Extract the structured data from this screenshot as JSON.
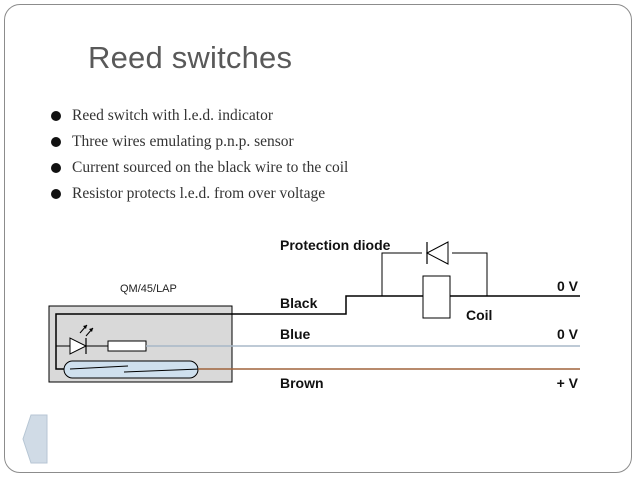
{
  "slide": {
    "title": "Reed switches",
    "bullets": [
      "Reed switch with l.e.d. indicator",
      "Three wires emulating  p.n.p. sensor",
      "Current sourced on the black wire to the coil",
      "Resistor protects l.e.d. from over voltage"
    ]
  },
  "diagram": {
    "component_label": "QM/45/LAP",
    "protection_diode_label": "Protection diode",
    "coil_label": "Coil",
    "wires": [
      {
        "name": "Black",
        "voltage": "0 V",
        "color": "#000000"
      },
      {
        "name": "Blue",
        "voltage": "0 V",
        "color": "#a8b8c8"
      },
      {
        "name": "Brown",
        "voltage": "+ V",
        "color": "#a0643c"
      }
    ]
  },
  "colors": {
    "title": "#595959",
    "switch_box": "#d9d9d9",
    "reed_capsule": "#cfe0ee",
    "nav_arrow": "#d0dbe6"
  },
  "navigation": {
    "back_icon": "back-arrow-icon"
  }
}
